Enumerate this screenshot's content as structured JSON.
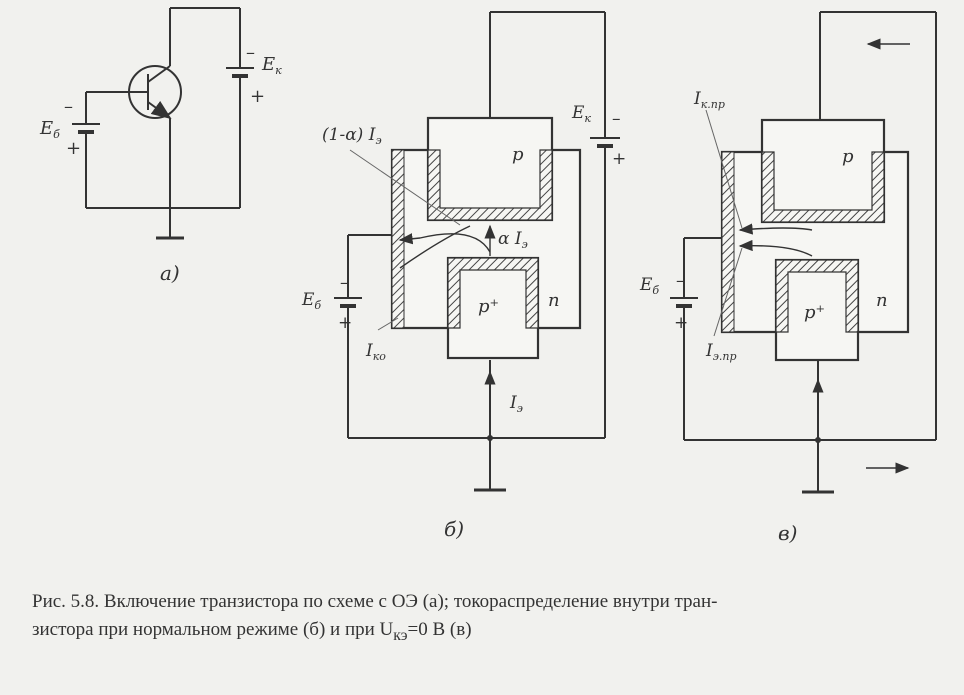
{
  "figure": {
    "panel_a": {
      "label": "а)",
      "eb": "E",
      "eb_sub": "б",
      "ek": "E",
      "ek_sub": "к",
      "minus": "–",
      "plus": "+"
    },
    "panel_b": {
      "label": "б)",
      "region_p": "p",
      "region_pplus": "p⁺",
      "region_n": "n",
      "i_leak": "(1-α) I",
      "i_leak_sub": "э",
      "i_alpha": "α I",
      "i_alpha_sub": "э",
      "i_ko": "I",
      "i_ko_sub": "ко",
      "i_e": "I",
      "i_e_sub": "э",
      "eb": "E",
      "eb_sub": "б",
      "ek": "E",
      "ek_sub": "к",
      "minus": "–",
      "plus": "+"
    },
    "panel_c": {
      "label": "в)",
      "region_p": "p",
      "region_pplus": "p⁺",
      "region_n": "n",
      "i_kpr": "I",
      "i_kpr_sub": "к.пр",
      "i_epr": "I",
      "i_epr_sub": "э.пр",
      "eb": "E",
      "eb_sub": "б",
      "minus": "–",
      "plus": "+"
    }
  },
  "caption": {
    "line1": "Рис. 5.8. Включение транзистора по схеме с ОЭ (а); токораспределение внутри тран-",
    "line2": "зистора при нормальном режиме (б) и при U",
    "line2_sub": "кэ",
    "line2_end": "=0 В (в)"
  }
}
